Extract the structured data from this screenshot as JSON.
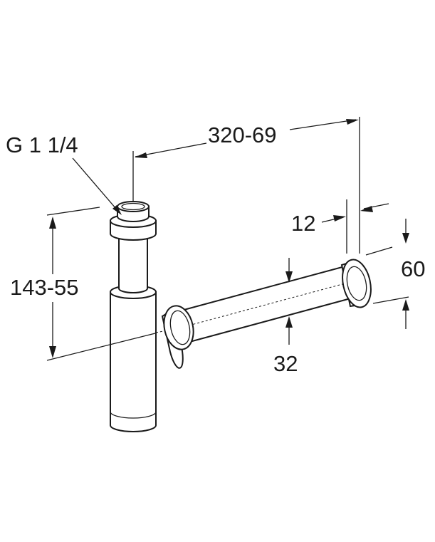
{
  "dimensions": {
    "thread": "G 1 1/4",
    "horizontal_length": "320-69",
    "wall_flange_depth": "12",
    "flange_diameter": "60",
    "height": "143-55",
    "pipe_diameter": "32"
  },
  "colors": {
    "line": "#1a1a1a",
    "background": "#ffffff"
  }
}
